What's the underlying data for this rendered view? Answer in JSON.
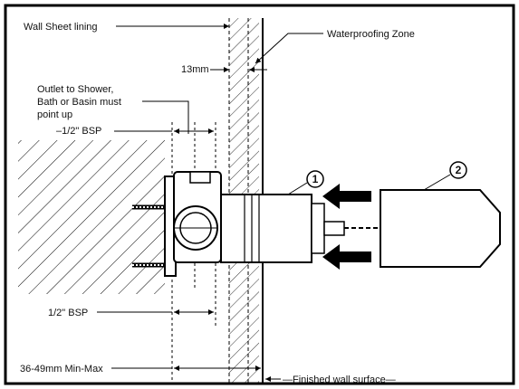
{
  "labels": {
    "wall_sheet_lining": "Wall Sheet lining",
    "waterproofing_zone": "Waterproofing Zone",
    "gap_13mm": "13mm",
    "outlet_line1": "Outlet to Shower,",
    "outlet_line2": "Bath or Basin must",
    "outlet_line3": "point up",
    "bsp_top": "–1/2\" BSP",
    "bsp_bottom": "1/2\" BSP",
    "range": "36-49mm Min-Max",
    "finished_wall": "—Finished wall surface—"
  },
  "callouts": {
    "part1": "1",
    "part2": "2"
  },
  "colors": {
    "frame": "#000000",
    "valve_body": "#ffffff",
    "arrow": "#000000"
  }
}
